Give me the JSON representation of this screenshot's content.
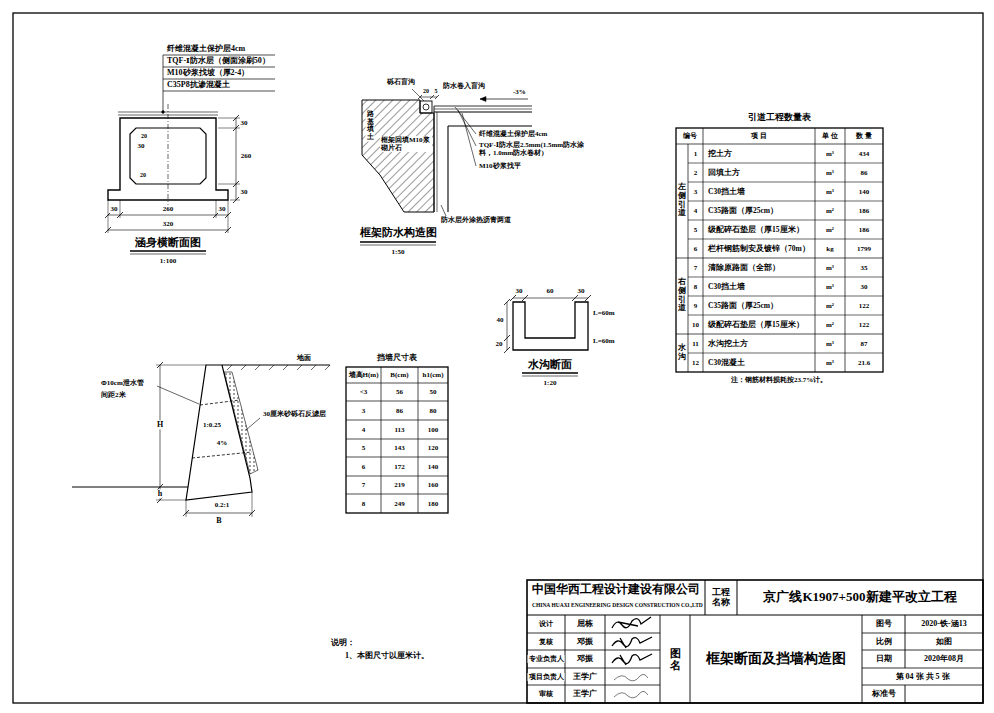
{
  "diagram": {
    "labels": [
      "纤维混凝土保护层4cm",
      "TQF-Ⅰ防水层（侧面涂刷50）",
      "M10砂浆找坡（厚2-4）",
      "C35P8抗渗混凝土",
      "30",
      "20",
      "20",
      "30",
      "260",
      "30",
      "320",
      "30",
      "260",
      "30",
      "涵身横断面图",
      "1:100",
      "砾石盲沟",
      "20",
      "5",
      "防水卷入盲沟",
      "-3%",
      "纤维混凝土保护层4cm",
      "TQF-Ⅰ防水层2.5mm(1.5mm防水涂料，1.0mm防水卷材)",
      "M10砂浆找平",
      "框架回填M10浆砌片石",
      "路基填土",
      "防水层外涂热沥青两道",
      "框架防水构造图",
      "1:50",
      "30",
      "60",
      "30",
      "40",
      "20",
      "L=60m",
      "L=60m",
      "水沟断面",
      "1:20",
      "地面",
      "Φ10cm泄水管",
      "间距2米",
      "30厘米砂砾石反滤层",
      "H",
      "1:0.25",
      "4%",
      "h",
      "0.2:1",
      "B",
      "挡墙尺寸表",
      "墙高H(m)",
      "B(cm)",
      "h1(cm)",
      "<3",
      "56",
      "50",
      "3",
      "86",
      "80",
      "4",
      "113",
      "100",
      "5",
      "143",
      "120",
      "6",
      "172",
      "140",
      "7",
      "219",
      "160",
      "8",
      "249",
      "180",
      "引道工程数量表",
      "编号",
      "项 目",
      "单 位",
      "数 量",
      "左侧引道",
      "1",
      "挖土方",
      "m³",
      "434",
      "2",
      "回填土方",
      "m³",
      "86",
      "3",
      "C30挡土墙",
      "m³",
      "140",
      "4",
      "C35路面（厚25cm）",
      "m²",
      "186",
      "5",
      "级配碎石垫层（厚15厘米）",
      "m²",
      "186",
      "6",
      "栏杆钢筋制安及镀锌（70m）",
      "kg",
      "1799",
      "右侧引道",
      "7",
      "清除原路面（全部）",
      "m³",
      "35",
      "8",
      "C30挡土墙",
      "m³",
      "30",
      "9",
      "C35路面（厚25cm）",
      "m²",
      "122",
      "10",
      "级配碎石垫层（厚15厘米）",
      "m²",
      "122",
      "水沟",
      "11",
      "水沟挖土方",
      "m³",
      "87",
      "12",
      "C30混凝土",
      "m³",
      "21.6",
      "注：钢筋材料损耗按23.7%计。",
      "中国华西工程设计建设有限公司",
      "CHINA HUAXI ENGINEERING DESIGN CONSTRUCTION CO.,LTD",
      "工程名称",
      "京广线K1907+500新建平改立工程",
      "设计",
      "屈栋",
      "复核",
      "邓振",
      "专业负责人",
      "邓振",
      "项目负责人",
      "王学广",
      "审核",
      "王学广",
      "图名",
      "框架断面及挡墙构造图",
      "图号",
      "2020-铁-涵13",
      "比例",
      "如图",
      "日期",
      "2020年08月",
      "第 04 张 共 5 张",
      "标准号",
      "说明：",
      "1、本图尺寸以厘米计。"
    ]
  }
}
